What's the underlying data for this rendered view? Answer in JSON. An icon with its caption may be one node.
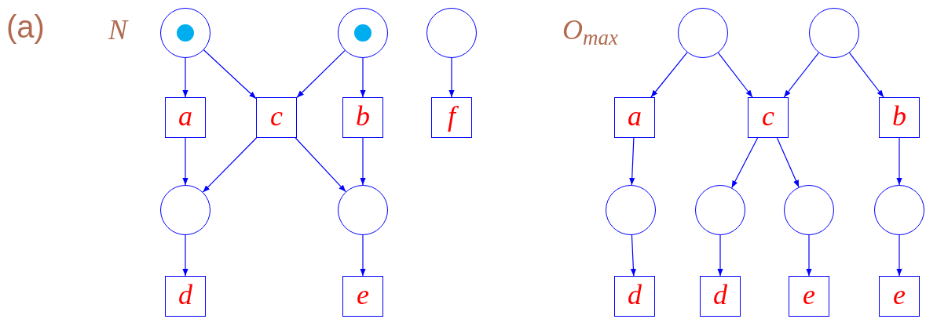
{
  "diagram": {
    "nodes": [
      {
        "text": [],
        "shape": "circle"
      },
      {
        "text": [],
        "shape": "circle",
        "in": 0
      },
      {
        "text": [],
        "shape": "circle"
      },
      {
        "text": [],
        "shape": "circle",
        "in": 2
      },
      {
        "text": [],
        "shape": "circle"
      },
      {
        "text": [
          "a"
        ]
      },
      {
        "text": [
          "c"
        ]
      },
      {
        "text": [
          "b"
        ]
      },
      {
        "text": [
          "f"
        ]
      },
      {
        "text": [],
        "shape": "circle"
      },
      {
        "text": [],
        "shape": "circle"
      },
      {
        "text": [
          "d"
        ]
      },
      {
        "text": [
          "e"
        ]
      },
      {
        "text": [],
        "shape": "circle"
      },
      {
        "text": [],
        "shape": "circle"
      },
      {
        "text": [
          "a"
        ]
      },
      {
        "text": [
          "c"
        ]
      },
      {
        "text": [
          "b"
        ]
      },
      {
        "text": [],
        "shape": "circle"
      },
      {
        "text": [],
        "shape": "circle"
      },
      {
        "text": [],
        "shape": "circle"
      },
      {
        "text": [],
        "shape": "circle"
      },
      {
        "text": [
          "d"
        ]
      },
      {
        "text": [
          "d"
        ]
      },
      {
        "text": [
          "e"
        ]
      },
      {
        "text": [
          "e"
        ]
      }
    ],
    "edges": [
      {
        "from": 0,
        "to": 5,
        "arrow": "to"
      },
      {
        "from": 0,
        "to": 6,
        "arrow": "to"
      },
      {
        "from": 2,
        "to": 6,
        "arrow": "to"
      },
      {
        "from": 2,
        "to": 7,
        "arrow": "to"
      },
      {
        "from": 4,
        "to": 8,
        "arrow": "to"
      },
      {
        "from": 5,
        "to": 9,
        "arrow": "to"
      },
      {
        "from": 6,
        "to": 9,
        "arrow": "to"
      },
      {
        "from": 6,
        "to": 10,
        "arrow": "to"
      },
      {
        "from": 7,
        "to": 10,
        "arrow": "to"
      },
      {
        "from": 9,
        "to": 11,
        "arrow": "to"
      },
      {
        "from": 10,
        "to": 12,
        "arrow": "to"
      },
      {
        "from": 13,
        "to": 15,
        "arrow": "to"
      },
      {
        "from": 13,
        "to": 16,
        "arrow": "to"
      },
      {
        "from": 14,
        "to": 16,
        "arrow": "to"
      },
      {
        "from": 14,
        "to": 17,
        "arrow": "to"
      },
      {
        "from": 15,
        "to": 18,
        "arrow": "to"
      },
      {
        "from": 16,
        "to": 19,
        "arrow": "to"
      },
      {
        "from": 16,
        "to": 20,
        "arrow": "to"
      },
      {
        "from": 17,
        "to": 21,
        "arrow": "to"
      },
      {
        "from": 18,
        "to": 22,
        "arrow": "to"
      },
      {
        "from": 19,
        "to": 23,
        "arrow": "to"
      },
      {
        "from": 20,
        "to": 24,
        "arrow": "to"
      },
      {
        "from": 21,
        "to": 25,
        "arrow": "to"
      }
    ],
    "labels": [
      "(a)",
      "N",
      "O$_{max}$"
    ]
  }
}
